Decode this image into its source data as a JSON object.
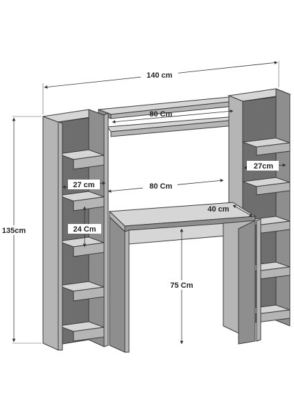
{
  "dimensions": {
    "total_width": "140 cm",
    "total_height": "135cm",
    "top_shelf_width": "80 Cm",
    "desk_span": "80 Cm",
    "desk_depth": "40 cm",
    "desk_height": "75 Cm",
    "left_unit_width": "27 cm",
    "right_unit_width": "27cm",
    "shelf_spacing": "24 Cm"
  },
  "colors": {
    "panel_front": "#8e8e8e",
    "panel_side": "#b5b5b5",
    "panel_top": "#d6d6d6",
    "line": "#333333"
  }
}
